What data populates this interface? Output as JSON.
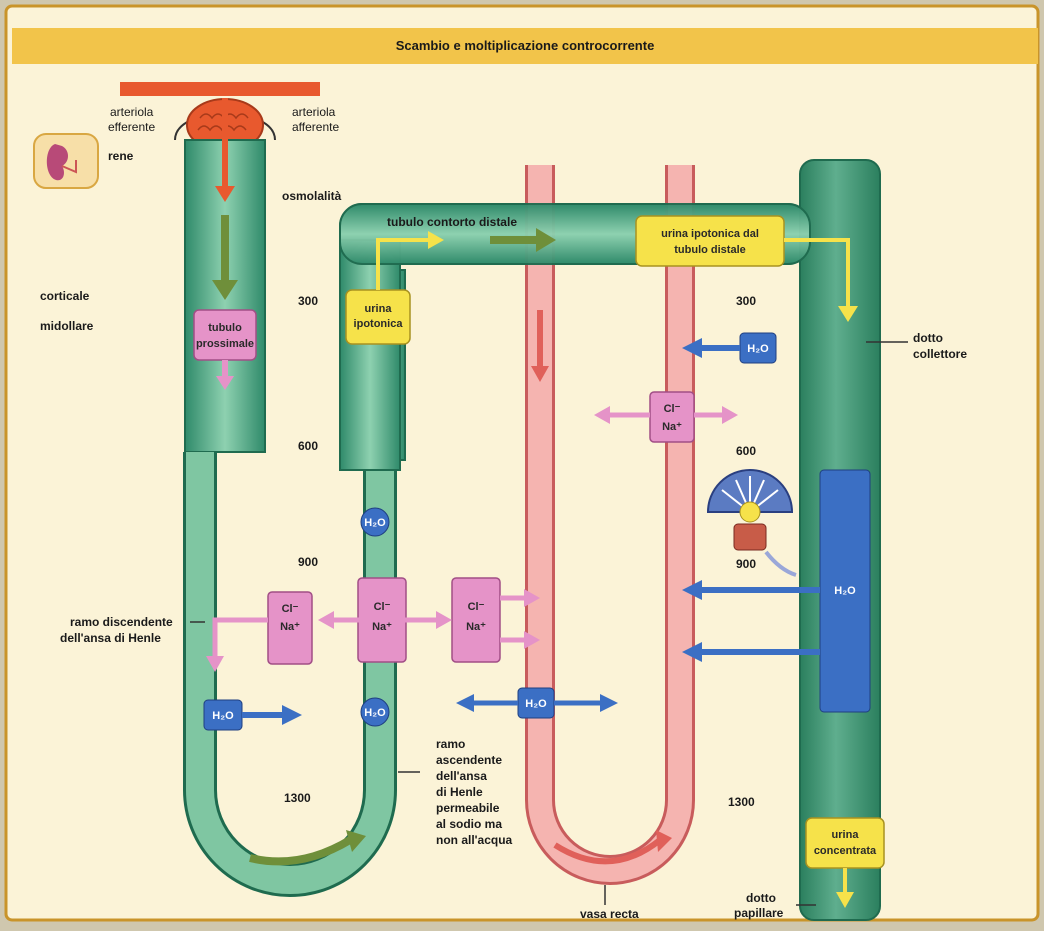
{
  "title": "Scambio e moltiplicazione controcorrente",
  "labels": {
    "rene": "rene",
    "arteriola_efferente_1": "arteriola",
    "arteriola_efferente_2": "efferente",
    "arteriola_afferente_1": "arteriola",
    "arteriola_afferente_2": "afferente",
    "osmolalita": "osmolalità",
    "corticale": "corticale",
    "midollare": "midollare",
    "tubulo_contorto_distale": "tubulo contorto distale",
    "urina_ipotonica_distale_1": "urina ipotonica dal",
    "urina_ipotonica_distale_2": "tubulo distale",
    "urina_ipotonica_1": "urina",
    "urina_ipotonica_2": "ipotonica",
    "tubulo_prossimale_1": "tubulo",
    "tubulo_prossimale_2": "prossimale",
    "dotto_collettore_1": "dotto",
    "dotto_collettore_2": "collettore",
    "ramo_discendente_1": "ramo discendente",
    "ramo_discendente_2": "dell'ansa di Henle",
    "ramo_ascendente": [
      "ramo",
      "ascendente",
      "dell'ansa",
      "di Henle",
      "permeabile",
      "al sodio ma",
      "non all'acqua"
    ],
    "vasa_recta": "vasa recta",
    "urina_concentrata_1": "urina",
    "urina_concentrata_2": "concentrata",
    "dotto_papillare_1": "dotto",
    "dotto_papillare_2": "papillare"
  },
  "osmolality": {
    "left": [
      "300",
      "600",
      "900",
      "1300"
    ],
    "right": [
      "300",
      "600",
      "900",
      "1300"
    ]
  },
  "ions": {
    "cl": "Cl⁻",
    "na": "Na⁺",
    "h2o": "H₂O"
  },
  "colors": {
    "tubule_green": "#5fae8e",
    "tubule_dark": "#2f8a6a",
    "vessel_pink": "#f0a3a3",
    "vessel_red": "#e0605a",
    "arrow_green": "#6f8f3a",
    "ion_pink": "#e593c8",
    "water_blue": "#3b6fc4",
    "label_yellow": "#f6e24a",
    "title_bar": "#f2c44a",
    "bg_panel": "#fbf3d7"
  }
}
